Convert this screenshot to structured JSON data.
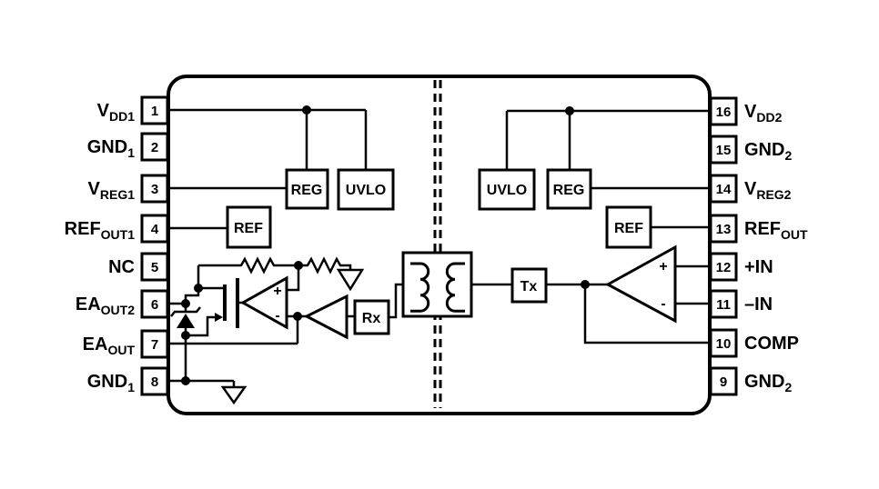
{
  "diagram": {
    "type": "ic-functional-block-diagram",
    "colors": {
      "line": "#000000",
      "background": "#ffffff"
    },
    "blocks": {
      "reg_left": "REG",
      "uvlo_left": "UVLO",
      "ref_left": "REF",
      "uvlo_right": "UVLO",
      "reg_right": "REG",
      "ref_right": "REF",
      "rx": "Rx",
      "tx": "Tx"
    },
    "opamp": {
      "plus": "+",
      "minus": "-"
    },
    "pins_left": [
      {
        "num": "1",
        "base": "V",
        "sub": "DD1"
      },
      {
        "num": "2",
        "base": "GND",
        "sub": "1"
      },
      {
        "num": "3",
        "base": "V",
        "sub": "REG1"
      },
      {
        "num": "4",
        "base": "REF",
        "sub": "OUT1"
      },
      {
        "num": "5",
        "base": "NC",
        "sub": ""
      },
      {
        "num": "6",
        "base": "EA",
        "sub": "OUT2"
      },
      {
        "num": "7",
        "base": "EA",
        "sub": "OUT"
      },
      {
        "num": "8",
        "base": "GND",
        "sub": "1"
      }
    ],
    "pins_right": [
      {
        "num": "16",
        "base": "V",
        "sub": "DD2"
      },
      {
        "num": "15",
        "base": "GND",
        "sub": "2"
      },
      {
        "num": "14",
        "base": "V",
        "sub": "REG2"
      },
      {
        "num": "13",
        "base": "REF",
        "sub": "OUT"
      },
      {
        "num": "12",
        "base": "+IN",
        "sub": ""
      },
      {
        "num": "11",
        "base": "–IN",
        "sub": ""
      },
      {
        "num": "10",
        "base": "COMP",
        "sub": ""
      },
      {
        "num": "9",
        "base": "GND",
        "sub": "2"
      }
    ]
  }
}
